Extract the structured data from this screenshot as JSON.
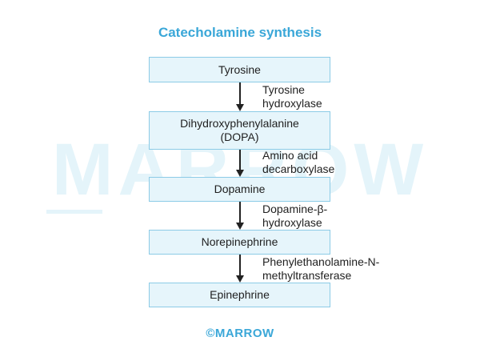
{
  "title": "Catecholamine synthesis",
  "watermark": "MARROW",
  "footer": "©MARROW",
  "colors": {
    "accent": "#3aa7d8",
    "box_fill": "#e6f5fb",
    "box_border": "#8ccbe6",
    "arrow": "#222222",
    "watermark": "#e4f4fa"
  },
  "steps": [
    {
      "label": "Tyrosine"
    },
    {
      "label": "Dihydroxyphenylalanine\n(DOPA)"
    },
    {
      "label": "Dopamine"
    },
    {
      "label": "Norepinephrine"
    },
    {
      "label": "Epinephrine"
    }
  ],
  "enzymes": [
    {
      "label": "Tyrosine\nhydroxylase"
    },
    {
      "label": "Amino acid\ndecarboxylase"
    },
    {
      "label": "Dopamine-β-\nhydroxylase"
    },
    {
      "label": "Phenylethanolamine-N-\nmethyltransferase"
    }
  ]
}
